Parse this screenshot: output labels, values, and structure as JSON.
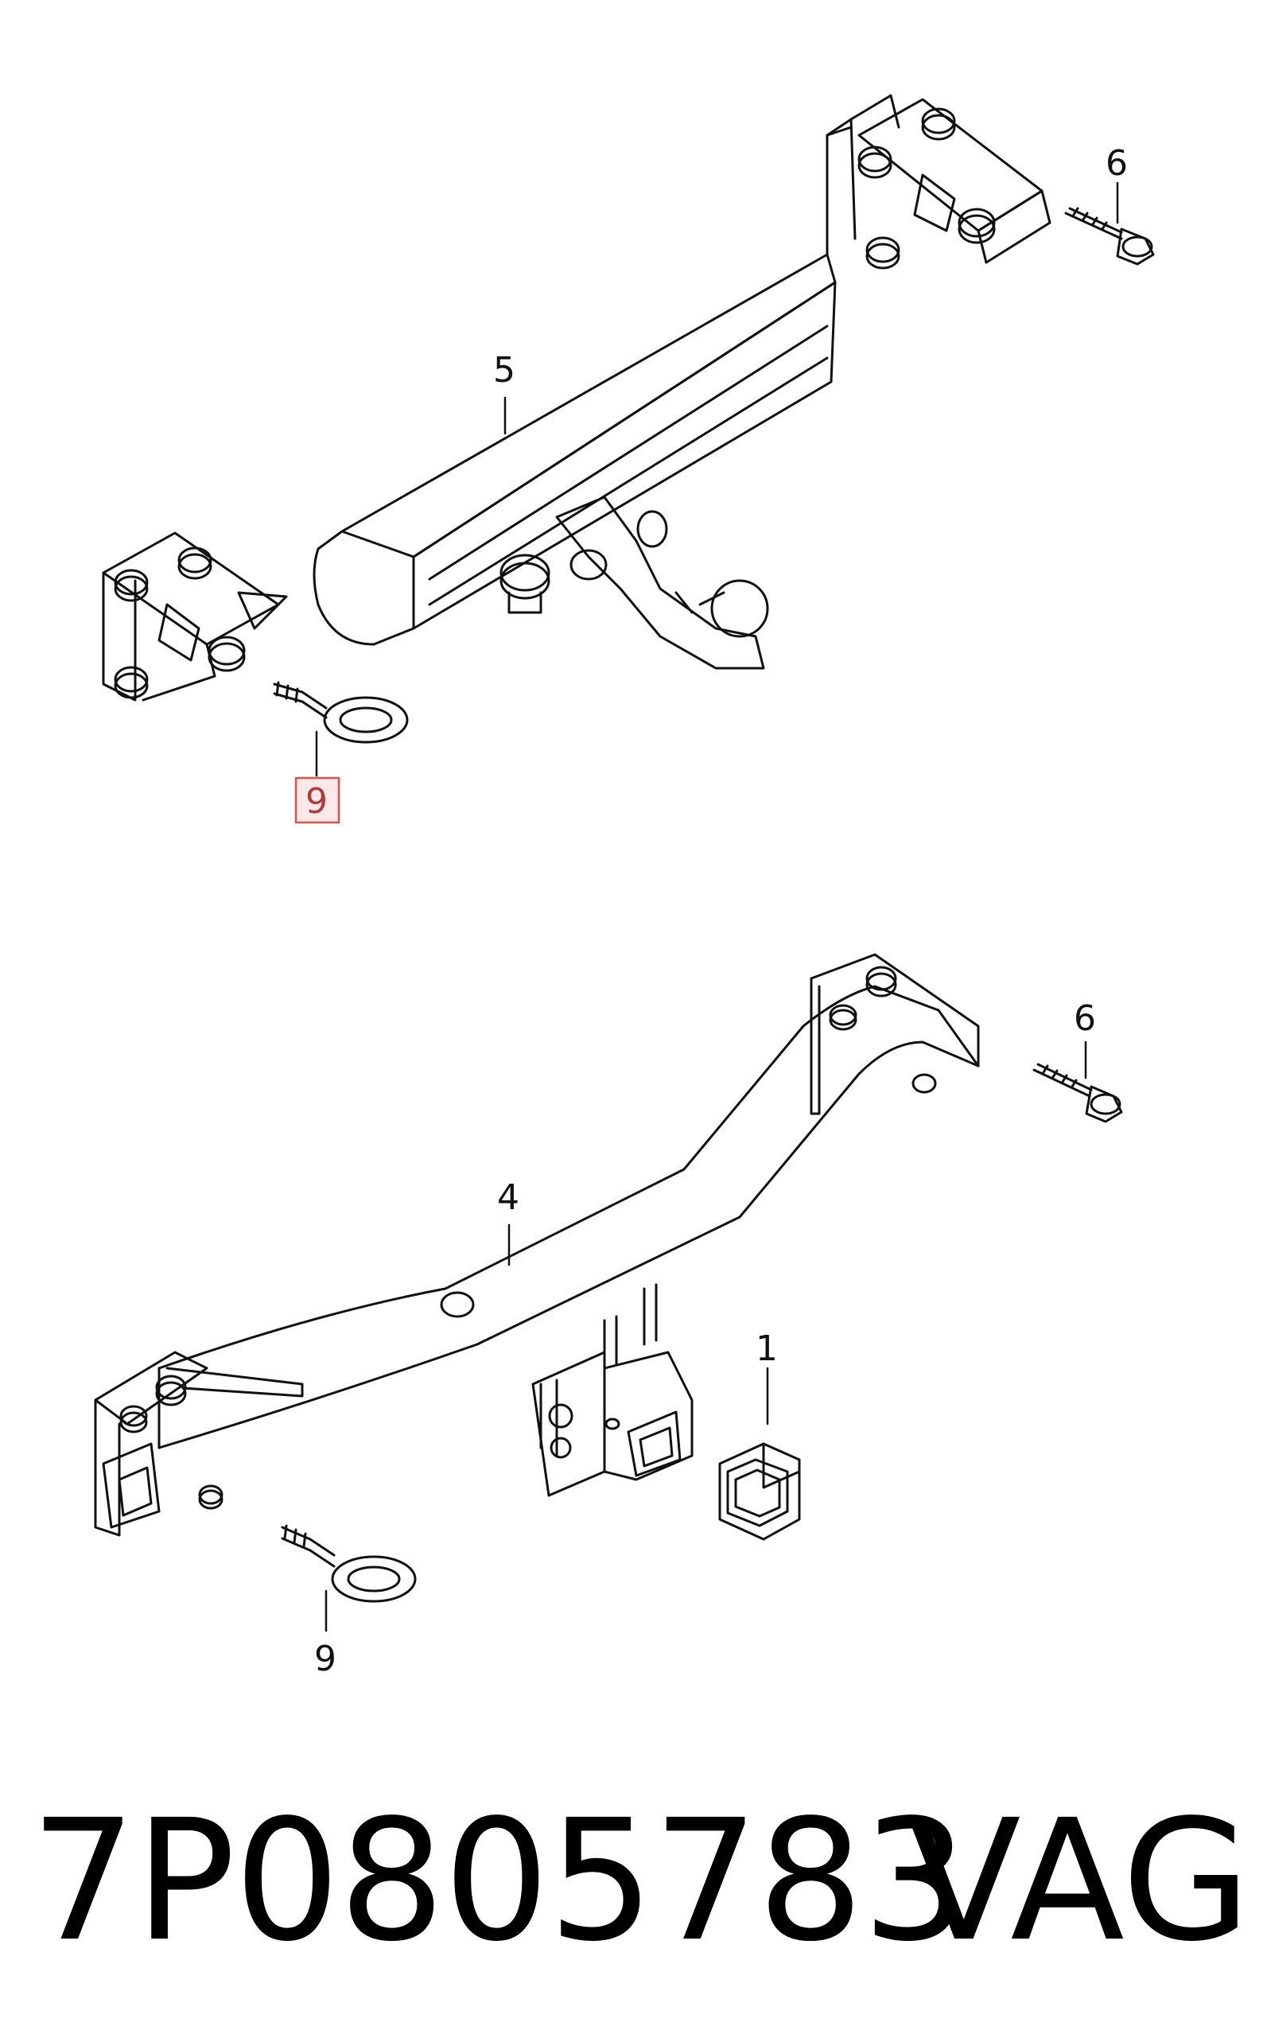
{
  "colors": {
    "line": "#111111",
    "highlight_fill": "#fde8ea",
    "highlight_stroke": "#d9534f",
    "highlight_text": "#b23a3a"
  },
  "upper_assembly": {
    "labels": {
      "tow_bar_swivel": "5",
      "bolt_upper": "6",
      "towing_eye_highlighted": "9"
    }
  },
  "lower_assembly": {
    "labels": {
      "tow_bar_receiver": "4",
      "bolt_lower": "6",
      "cap": "1",
      "towing_eye": "9"
    }
  },
  "footer": {
    "part_number": "7P0805783",
    "brand": "VAG"
  }
}
